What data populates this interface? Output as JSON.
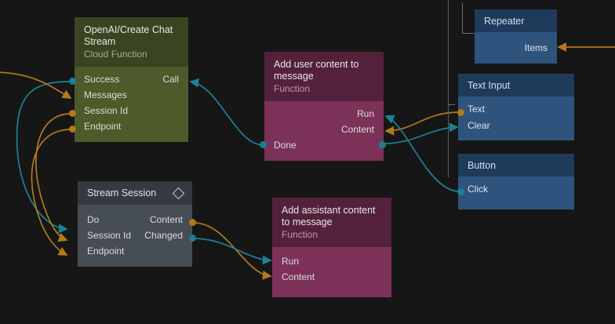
{
  "canvas": {
    "background": "#161616",
    "colors": {
      "exec_wire": "#1b8296",
      "data_wire": "#b3791b",
      "node_green": "#4d5a29",
      "node_magenta": "#7c3258",
      "node_grey": "#474d55",
      "widget_blue": "#2e537d",
      "widget_header_blue": "#1f3b5c"
    }
  },
  "nodes": [
    {
      "id": "openai",
      "title": "OpenAI/Create Chat Stream",
      "subtitle": "Cloud Function",
      "inputs": [
        "Success",
        "Messages",
        "Session Id",
        "Endpoint"
      ],
      "outputs": [
        "Call"
      ]
    },
    {
      "id": "add-user-content",
      "title": "Add user content to message",
      "subtitle": "Function",
      "inputs": [
        "Done"
      ],
      "outputs": [
        "Run",
        "Content"
      ]
    },
    {
      "id": "stream-session",
      "title": "Stream Session",
      "icon": "diamond-icon",
      "inputs": [
        "Do",
        "Session Id",
        "Endpoint"
      ],
      "outputs": [
        "Content",
        "Changed"
      ]
    },
    {
      "id": "add-assistant-content",
      "title": "Add assistant content to message",
      "subtitle": "Function",
      "inputs": [
        "Run",
        "Content"
      ],
      "outputs": []
    }
  ],
  "widgets": [
    {
      "id": "repeater",
      "title": "Repeater",
      "ports": [
        "Items"
      ]
    },
    {
      "id": "text-input",
      "title": "Text Input",
      "ports": [
        "Text",
        "Clear"
      ]
    },
    {
      "id": "button",
      "title": "Button",
      "ports": [
        "Click"
      ]
    }
  ],
  "labels": {
    "openai": {
      "title": "OpenAI/Create Chat Stream",
      "subtitle": "Cloud Function",
      "in0": "Success",
      "in1": "Messages",
      "in2": "Session Id",
      "in3": "Endpoint",
      "out0": "Call"
    },
    "adduser": {
      "title": "Add user content to message",
      "subtitle": "Function",
      "out0": "Run",
      "out1": "Content",
      "in0": "Done"
    },
    "stream": {
      "title": "Stream Session",
      "in0": "Do",
      "in1": "Session Id",
      "in2": "Endpoint",
      "out0": "Content",
      "out1": "Changed"
    },
    "addassist": {
      "title": "Add assistant content to message",
      "subtitle": "Function",
      "in0": "Run",
      "in1": "Content"
    },
    "repeater": {
      "title": "Repeater",
      "p0": "Items"
    },
    "textinput": {
      "title": "Text Input",
      "p0": "Text",
      "p1": "Clear"
    },
    "button": {
      "title": "Button",
      "p0": "Click"
    }
  }
}
